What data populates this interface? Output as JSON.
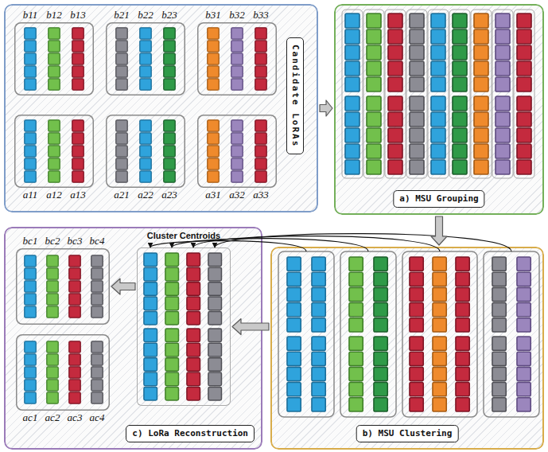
{
  "diagram": {
    "nodes": [
      {
        "text": [
          "Candidate LoRAs"
        ]
      },
      {
        "text": [
          "b11",
          "b12",
          "b13"
        ],
        "in": 0
      },
      {
        "text": [
          "b21",
          "b22",
          "b23"
        ],
        "in": 0
      },
      {
        "text": [
          "b31",
          "b32",
          "b33"
        ],
        "in": 0
      },
      {
        "text": [
          "a11",
          "a12",
          "a13"
        ],
        "in": 0
      },
      {
        "text": [
          "a21",
          "a22",
          "a23"
        ],
        "in": 0
      },
      {
        "text": [
          "a31",
          "a32",
          "a33"
        ],
        "in": 0
      },
      {
        "text": [
          "a) MSU Grouping"
        ]
      },
      {
        "text": [
          "c) LoRa Reconstruction"
        ]
      },
      {
        "text": [
          "bc1",
          "bc2",
          "bc3",
          "bc4"
        ],
        "in": 8
      },
      {
        "text": [
          "ac1",
          "ac2",
          "ac3",
          "ac4"
        ],
        "in": 8
      },
      {
        "text": [
          "Cluster Centroids"
        ],
        "in": 8
      },
      {
        "text": [
          "b) MSU Clustering"
        ]
      }
    ],
    "edges": [
      {
        "from": 0,
        "to": 7,
        "arrow": "to"
      },
      {
        "from": 7,
        "to": 12,
        "arrow": "to"
      },
      {
        "from": 12,
        "to": 11,
        "arrow": "to"
      },
      {
        "from": 11,
        "to": 9,
        "arrow": "to"
      }
    ]
  }
}
